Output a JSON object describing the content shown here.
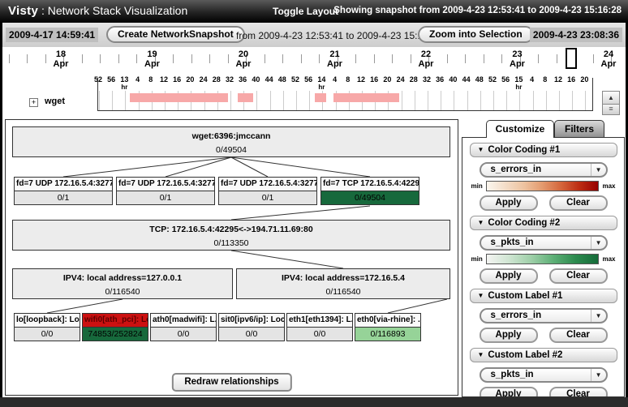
{
  "titlebar": {
    "app_name": "Visty",
    "app_subtitle": ": Network Stack Visualization",
    "toggle_layout": "Toggle Layout",
    "snapshot_info": "Showing snapshot from  2009-4-23 12:53:41  to  2009-4-23 15:16:28"
  },
  "controls": {
    "range_start": "2009-4-17 14:59:41",
    "range_end": "2009-4-23 23:08:36",
    "create_snapshot": "Create NetworkSnapshot",
    "selection_range": "from  2009-4-23 12:53:41  to  2009-4-23 15:16:28",
    "zoom_selection": "Zoom into Selection"
  },
  "timeline": {
    "days": [
      {
        "day": "18",
        "month": "Apr"
      },
      {
        "day": "19",
        "month": "Apr"
      },
      {
        "day": "20",
        "month": "Apr"
      },
      {
        "day": "21",
        "month": "Apr"
      },
      {
        "day": "22",
        "month": "Apr"
      },
      {
        "day": "23",
        "month": "Apr"
      },
      {
        "day": "24",
        "month": "Apr"
      }
    ],
    "hr_sub": "hr",
    "hours": [
      {
        "t": "52"
      },
      {
        "t": "56"
      },
      {
        "t": "13",
        "hr": true
      },
      {
        "t": "4"
      },
      {
        "t": "8"
      },
      {
        "t": "12"
      },
      {
        "t": "16"
      },
      {
        "t": "20"
      },
      {
        "t": "24"
      },
      {
        "t": "28"
      },
      {
        "t": "32"
      },
      {
        "t": "36"
      },
      {
        "t": "40"
      },
      {
        "t": "44"
      },
      {
        "t": "48"
      },
      {
        "t": "52"
      },
      {
        "t": "56"
      },
      {
        "t": "14",
        "hr": true
      },
      {
        "t": "4"
      },
      {
        "t": "8"
      },
      {
        "t": "12"
      },
      {
        "t": "16"
      },
      {
        "t": "20"
      },
      {
        "t": "24"
      },
      {
        "t": "28"
      },
      {
        "t": "32"
      },
      {
        "t": "36"
      },
      {
        "t": "40"
      },
      {
        "t": "44"
      },
      {
        "t": "48"
      },
      {
        "t": "52"
      },
      {
        "t": "56"
      },
      {
        "t": "15",
        "hr": true
      },
      {
        "t": "4"
      },
      {
        "t": "8"
      },
      {
        "t": "12"
      },
      {
        "t": "16"
      },
      {
        "t": "20"
      }
    ],
    "process_label": "wget",
    "expand_glyph": "+",
    "activity_bars": [
      {
        "start_pct": 6.4,
        "width_pct": 19.8
      },
      {
        "start_pct": 28.3,
        "width_pct": 3.0
      },
      {
        "start_pct": 43.9,
        "width_pct": 2.2
      },
      {
        "start_pct": 47.6,
        "width_pct": 13.3
      }
    ]
  },
  "diagram": {
    "root": {
      "label": "wget:6396:jmccann",
      "value": "0/49504"
    },
    "fd_nodes": [
      {
        "label": "fd=7 UDP 172.16.5.4:3277...",
        "value": "0/1"
      },
      {
        "label": "fd=7 UDP 172.16.5.4:3277...",
        "value": "0/1"
      },
      {
        "label": "fd=7 UDP 172.16.5.4:3277...",
        "value": "0/1"
      },
      {
        "label": "fd=7 TCP 172.16.5.4:4229...",
        "value": "0/49504",
        "value_color": "dark_green"
      }
    ],
    "tcp": {
      "label": "TCP: 172.16.5.4:42295<->194.71.11.69:80",
      "value": "0/113350"
    },
    "ipv4_nodes": [
      {
        "label": "IPV4: local address=127.0.0.1",
        "value": "0/116540"
      },
      {
        "label": "IPV4: local address=172.16.5.4",
        "value": "0/116540"
      }
    ],
    "interfaces": [
      {
        "label": "lo[loopback]: Lo...",
        "value": "0/0"
      },
      {
        "label": "wifi0[ath_pci]: Lo...",
        "value": "74853/252824",
        "label_color": "red",
        "label_text": "dark_red",
        "value_color": "dark_green"
      },
      {
        "label": "ath0[madwifi]: L...",
        "value": "0/0"
      },
      {
        "label": "sit0[ipv6/ip]: Loc...",
        "value": "0/0"
      },
      {
        "label": "eth1[eth1394]: L...",
        "value": "0/0"
      },
      {
        "label": "eth0[via-rhine]: ...",
        "value": "0/116893",
        "value_color": "light_green"
      }
    ],
    "redraw_label": "Redraw relationships"
  },
  "sidebar": {
    "tabs": [
      {
        "label": "Customize",
        "active": true
      },
      {
        "label": "Filters",
        "active": false
      }
    ],
    "min_label": "min",
    "max_label": "max",
    "apply_label": "Apply",
    "clear_label": "Clear",
    "caret": "▼",
    "sections": [
      {
        "title": "Color Coding #1",
        "dropdown": "s_errors_in",
        "gradient": "red"
      },
      {
        "title": "Color Coding #2",
        "dropdown": "s_pkts_in",
        "gradient": "green"
      },
      {
        "title": "Custom Label #1",
        "dropdown": "s_errors_in",
        "gradient": null
      },
      {
        "title": "Custom Label #2",
        "dropdown": "s_pkts_in",
        "gradient": null
      }
    ]
  },
  "colors": {
    "dark_green": "#17693c",
    "light_green": "#96d398",
    "red": "#cc1111",
    "dark_red": "#5c0000",
    "bar_pink": "#f7a8a8",
    "gradient_red": "linear-gradient(90deg,#fbf6ee,#f3ddc8,#eec3a0,#e39a6e,#d4663c,#bc2c12,#970101)",
    "gradient_green": "linear-gradient(90deg,#f4f4f2,#cfe5d2,#9ecfa8,#5daf76,#2c8a4e,#156b39)"
  }
}
